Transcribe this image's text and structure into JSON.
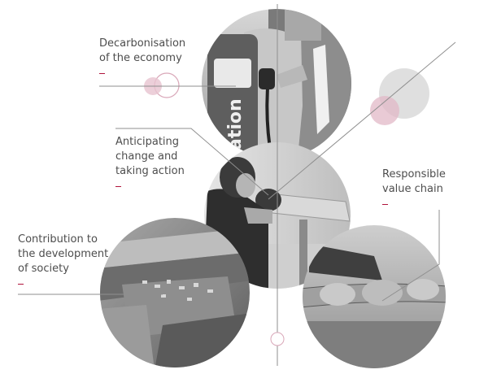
{
  "themes": [
    {
      "id": "decarbonisation",
      "lines": [
        "Decarbonisation",
        "of the economy"
      ]
    },
    {
      "id": "anticipating",
      "lines": [
        "Anticipating",
        "change and",
        "taking action"
      ]
    },
    {
      "id": "responsible",
      "lines": [
        "Responsible",
        "value chain"
      ]
    },
    {
      "id": "contribution",
      "lines": [
        "Contribution to",
        "the development",
        "of society"
      ]
    }
  ],
  "photos": {
    "decarbonisation": "EV charging station with hand holding charge plug",
    "anticipating": "Man looking through coin-operated binoculars",
    "responsible": "Hands gripping a rope in a tug of war",
    "contribution": "Aerial view of a village and fields"
  },
  "charger_sign_text": "ation",
  "colors": {
    "text": "#4d4d4d",
    "accent": "#b0143c",
    "line": "#9a9a9a",
    "pink": "#d9a7b8",
    "grey_circle": "#d6d6d6"
  }
}
